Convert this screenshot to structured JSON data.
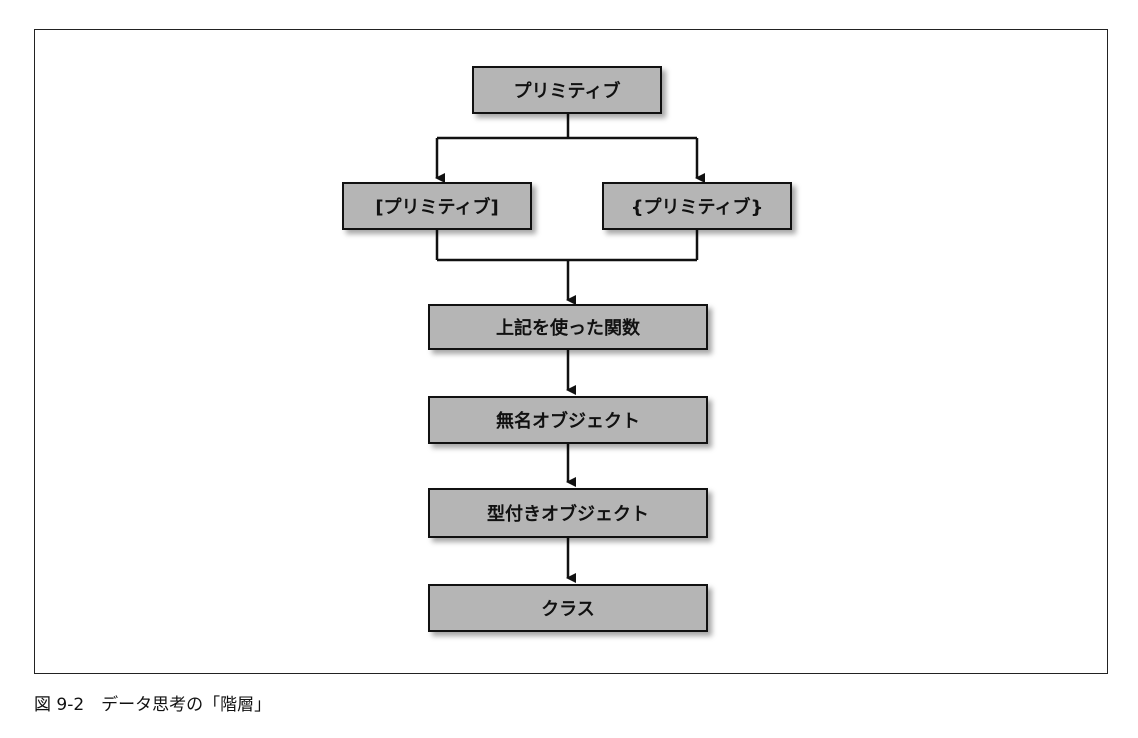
{
  "nodes": {
    "primitive": "プリミティブ",
    "array_primitive": "[プリミティブ]",
    "object_primitive": "{プリミティブ}",
    "functions": "上記を使った関数",
    "anonymous_object": "無名オブジェクト",
    "typed_object": "型付きオブジェクト",
    "class": "クラス"
  },
  "caption": "図 9-2　データ思考の「階層」"
}
